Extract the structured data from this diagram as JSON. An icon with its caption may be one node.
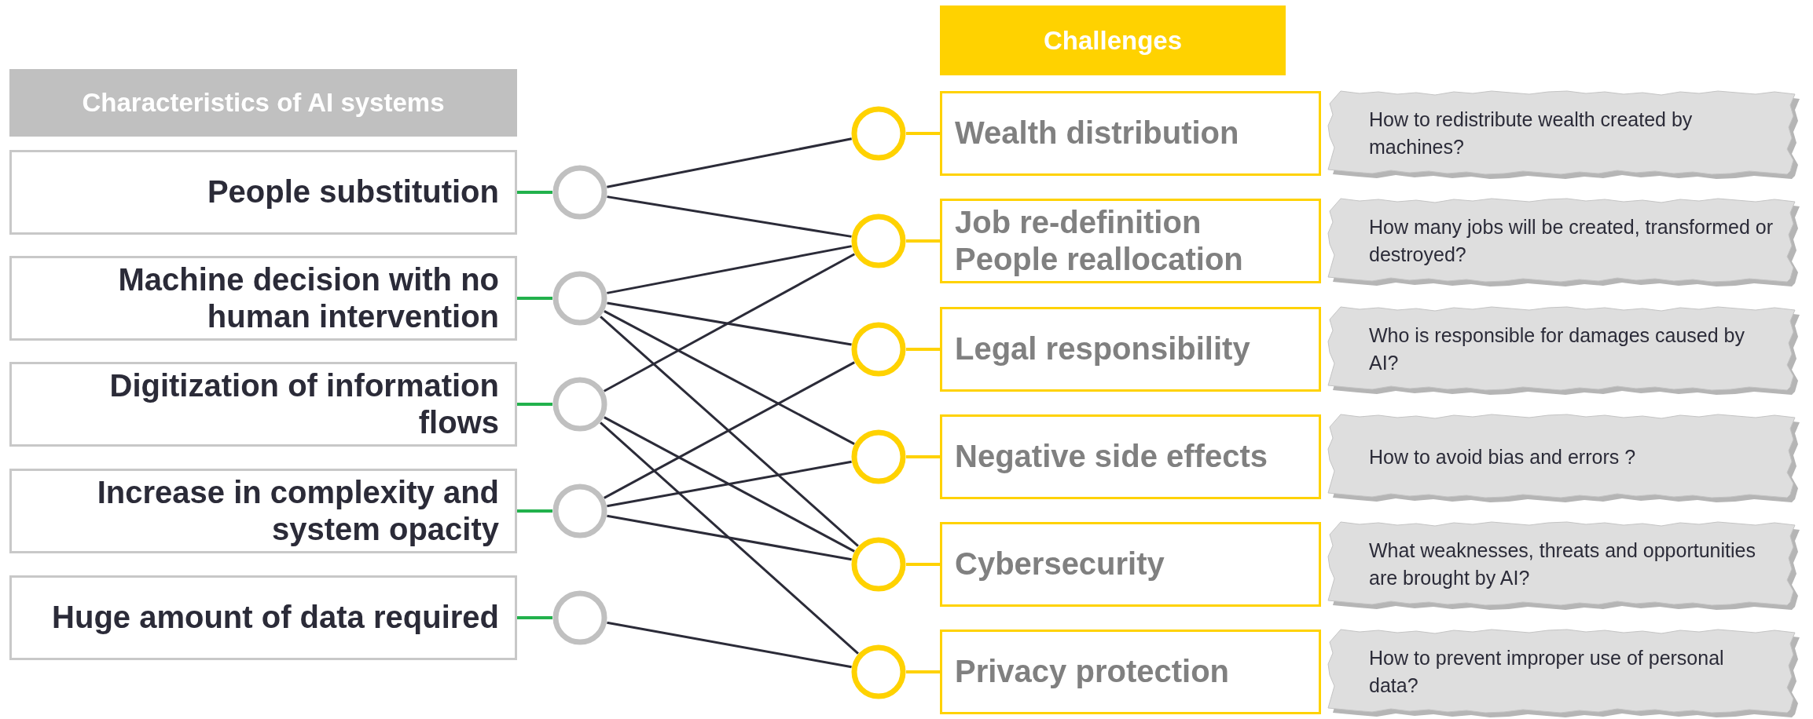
{
  "diagram": {
    "nodes": [
      {
        "text": [
          "Characteristics of AI systems"
        ]
      },
      {
        "text": [
          "People substitution"
        ]
      },
      {
        "text": [
          "Machine decision with no human intervention"
        ]
      },
      {
        "text": [
          "Digitization of information flows"
        ]
      },
      {
        "text": [
          "Increase in complexity and system opacity"
        ]
      },
      {
        "text": [
          "Huge amount of data required"
        ]
      },
      {
        "text": [],
        "shape": "circle"
      },
      {
        "text": [],
        "shape": "circle"
      },
      {
        "text": [],
        "shape": "circle"
      },
      {
        "text": [],
        "shape": "circle"
      },
      {
        "text": [],
        "shape": "circle"
      },
      {
        "text": [
          "Challenges"
        ]
      },
      {
        "text": [],
        "shape": "circle"
      },
      {
        "text": [],
        "shape": "circle"
      },
      {
        "text": [],
        "shape": "circle"
      },
      {
        "text": [],
        "shape": "circle"
      },
      {
        "text": [],
        "shape": "circle"
      },
      {
        "text": [],
        "shape": "circle"
      },
      {
        "text": [
          "Wealth distribution"
        ]
      },
      {
        "text": [
          "Job re-definition People reallocation"
        ]
      },
      {
        "text": [
          "Legal responsibility"
        ]
      },
      {
        "text": [
          "Negative side effects"
        ]
      },
      {
        "text": [
          "Cybersecurity"
        ]
      },
      {
        "text": [
          "Privacy protection"
        ]
      },
      {
        "text": [
          "How to redistribute wealth created by machines?"
        ]
      },
      {
        "text": [
          "How many jobs will be created, transformed or destroyed?"
        ]
      },
      {
        "text": [
          "Who is responsible for damages caused by AI?"
        ]
      },
      {
        "text": [
          "How to avoid bias and errors ?"
        ]
      },
      {
        "text": [
          "What weaknesses, threats and opportunities are brought by AI?"
        ]
      },
      {
        "text": [
          "How to prevent improper use of personal data?"
        ]
      }
    ],
    "edges": [
      {
        "from": 1,
        "to": 6,
        "arrow": "none",
        "color": "#22b14c"
      },
      {
        "from": 2,
        "to": 7,
        "arrow": "none",
        "color": "#22b14c"
      },
      {
        "from": 3,
        "to": 8,
        "arrow": "none",
        "color": "#22b14c"
      },
      {
        "from": 4,
        "to": 9,
        "arrow": "none",
        "color": "#22b14c"
      },
      {
        "from": 5,
        "to": 10,
        "arrow": "none",
        "color": "#22b14c"
      },
      {
        "from": 6,
        "to": 12,
        "arrow": "none"
      },
      {
        "from": 6,
        "to": 13,
        "arrow": "none"
      },
      {
        "from": 7,
        "to": 13,
        "arrow": "none"
      },
      {
        "from": 7,
        "to": 14,
        "arrow": "none"
      },
      {
        "from": 7,
        "to": 15,
        "arrow": "none"
      },
      {
        "from": 7,
        "to": 16,
        "arrow": "none"
      },
      {
        "from": 8,
        "to": 13,
        "arrow": "none"
      },
      {
        "from": 8,
        "to": 16,
        "arrow": "none"
      },
      {
        "from": 8,
        "to": 17,
        "arrow": "none"
      },
      {
        "from": 9,
        "to": 14,
        "arrow": "none"
      },
      {
        "from": 9,
        "to": 15,
        "arrow": "none"
      },
      {
        "from": 9,
        "to": 16,
        "arrow": "none"
      },
      {
        "from": 10,
        "to": 17,
        "arrow": "none"
      },
      {
        "from": 12,
        "to": 18,
        "arrow": "none",
        "color": "#ffd200"
      },
      {
        "from": 13,
        "to": 19,
        "arrow": "none",
        "color": "#ffd200"
      },
      {
        "from": 14,
        "to": 20,
        "arrow": "none",
        "color": "#ffd200"
      },
      {
        "from": 15,
        "to": 21,
        "arrow": "none",
        "color": "#ffd200"
      },
      {
        "from": 16,
        "to": 22,
        "arrow": "none",
        "color": "#ffd200"
      },
      {
        "from": 17,
        "to": 23,
        "arrow": "none",
        "color": "#ffd200"
      }
    ]
  }
}
